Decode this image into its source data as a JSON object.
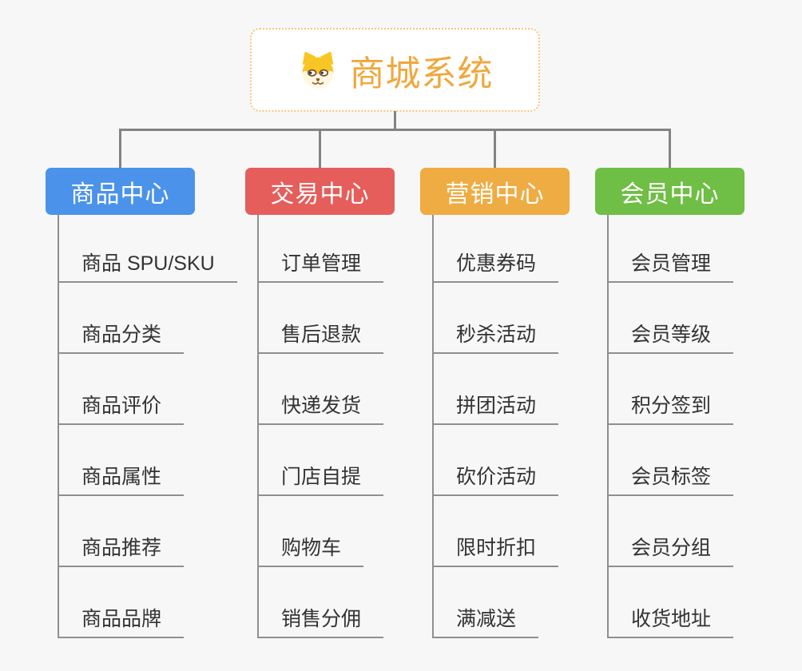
{
  "root": {
    "title": "商城系统",
    "icon": "shiba-dog-icon"
  },
  "branches": [
    {
      "label": "商品中心",
      "color": "#4b93ea",
      "children": [
        "商品 SPU/SKU",
        "商品分类",
        "商品评价",
        "商品属性",
        "商品推荐",
        "商品品牌"
      ]
    },
    {
      "label": "交易中心",
      "color": "#e55e5b",
      "children": [
        "订单管理",
        "售后退款",
        "快递发货",
        "门店自提",
        "购物车",
        "销售分佣"
      ]
    },
    {
      "label": "营销中心",
      "color": "#eeac43",
      "children": [
        "优惠券码",
        "秒杀活动",
        "拼团活动",
        "砍价活动",
        "限时折扣",
        "满减送"
      ]
    },
    {
      "label": "会员中心",
      "color": "#6fbe45",
      "children": [
        "会员管理",
        "会员等级",
        "积分签到",
        "会员标签",
        "会员分组",
        "收货地址"
      ]
    }
  ],
  "colors": {
    "background": "#f7f7f7",
    "root_accent": "#efa83e",
    "root_border": "#f2c779",
    "connector": "#838383",
    "branch_line": "#8f8f8f",
    "leaf_text": "#333333",
    "node_text": "#ffffff"
  }
}
